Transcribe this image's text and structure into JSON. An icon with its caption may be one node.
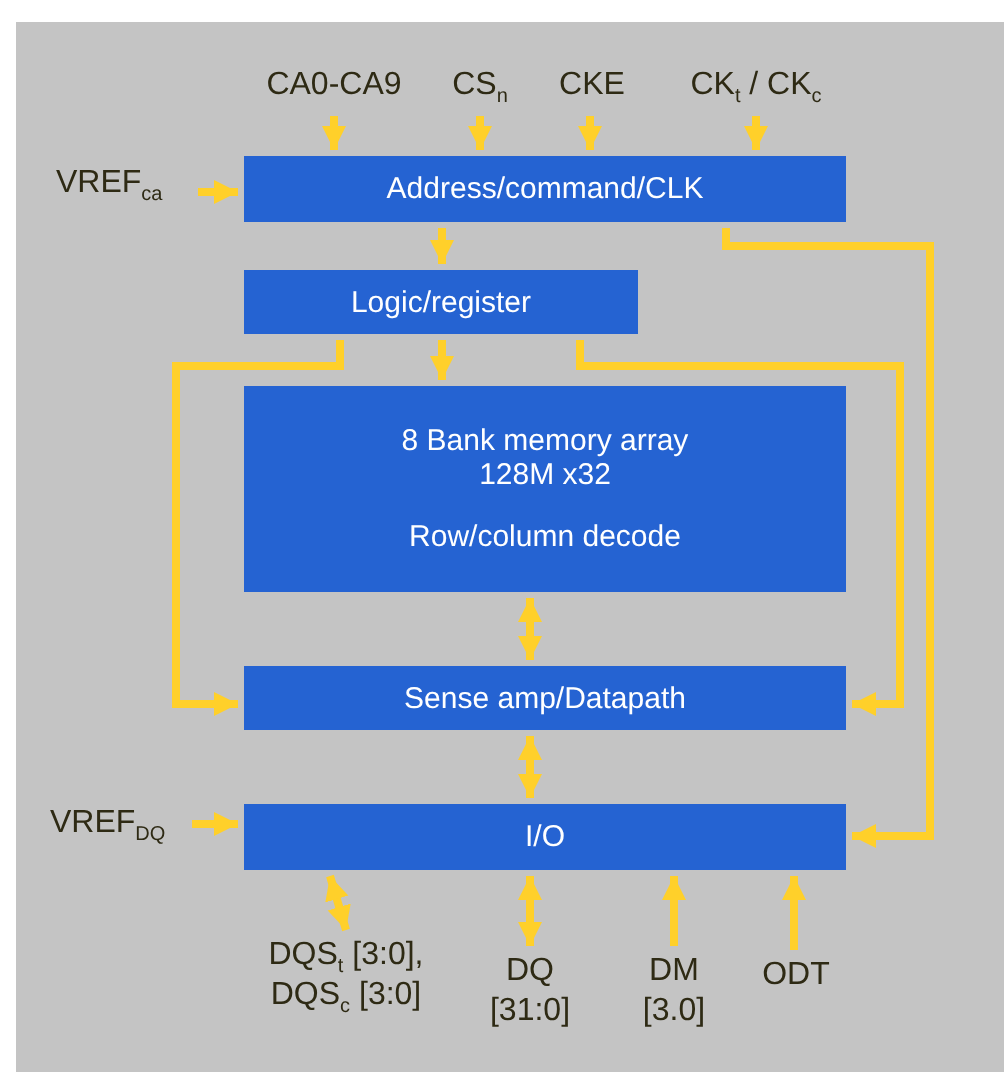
{
  "diagram": {
    "nodes": [
      {
        "text": [
          "Address/command/CLK"
        ]
      },
      {
        "text": [
          "Logic/register"
        ]
      },
      {
        "text": [
          "8 Bank memory array 128M x32",
          "Row/column decode"
        ]
      },
      {
        "text": [
          "Sense amp/Datapath"
        ]
      },
      {
        "text": [
          "I/O"
        ]
      },
      {
        "text": [
          "CA0-CA9"
        ]
      },
      {
        "text": [
          "CS$_{n}$"
        ]
      },
      {
        "text": [
          "CKE"
        ]
      },
      {
        "text": [
          "CK$_{t}$ / CK$_{c}$"
        ]
      },
      {
        "text": [
          "VREF$_{ca}$"
        ]
      },
      {
        "text": [
          "VREF$_{DQ}$"
        ]
      },
      {
        "text": [
          "DQS$_{t}$ [3:0], DQS$_{c}$ [3:0]"
        ]
      },
      {
        "text": [
          "DQ [31:0]"
        ]
      },
      {
        "text": [
          "DM [3.0]"
        ]
      },
      {
        "text": [
          "ODT"
        ]
      }
    ],
    "edges": [
      {
        "from": 5,
        "to": 0,
        "arrow": "to"
      },
      {
        "from": 6,
        "to": 0,
        "arrow": "to"
      },
      {
        "from": 7,
        "to": 0,
        "arrow": "to"
      },
      {
        "from": 8,
        "to": 0,
        "arrow": "to"
      },
      {
        "from": 9,
        "to": 0,
        "arrow": "to"
      },
      {
        "from": 0,
        "to": 1,
        "arrow": "to"
      },
      {
        "from": 0,
        "to": 4,
        "arrow": "to"
      },
      {
        "from": 1,
        "to": 2,
        "arrow": "to"
      },
      {
        "from": 1,
        "to": 3,
        "arrow": "to"
      },
      {
        "from": 1,
        "to": 3,
        "arrow": "to"
      },
      {
        "from": 2,
        "to": 3,
        "arrow": "both"
      },
      {
        "from": 3,
        "to": 4,
        "arrow": "both"
      },
      {
        "from": 10,
        "to": 4,
        "arrow": "to"
      },
      {
        "from": 4,
        "to": 11,
        "arrow": "both"
      },
      {
        "from": 4,
        "to": 12,
        "arrow": "both"
      },
      {
        "from": 13,
        "to": 4,
        "arrow": "to"
      },
      {
        "from": 14,
        "to": 4,
        "arrow": "to"
      }
    ]
  }
}
